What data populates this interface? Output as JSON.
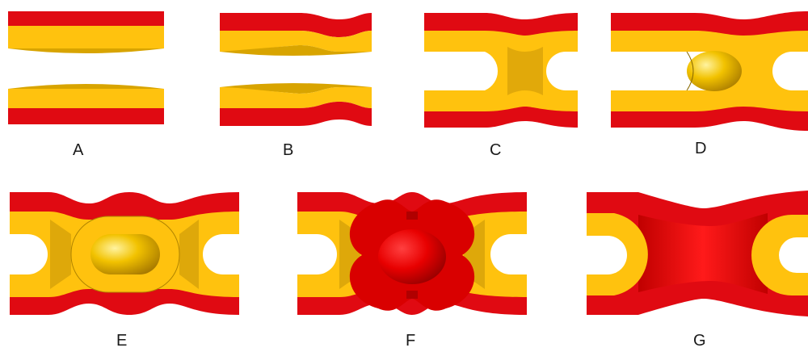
{
  "panels": [
    {
      "id": "A",
      "label": "A"
    },
    {
      "id": "B",
      "label": "B"
    },
    {
      "id": "C",
      "label": "C"
    },
    {
      "id": "D",
      "label": "D"
    },
    {
      "id": "E",
      "label": "E"
    },
    {
      "id": "F",
      "label": "F"
    },
    {
      "id": "G",
      "label": "G"
    }
  ],
  "colors": {
    "outer_layer": "#e00a12",
    "inner_layer": "#ffc20e",
    "inner_shadow": "#c89608",
    "fused_membrane": "#d90000"
  }
}
